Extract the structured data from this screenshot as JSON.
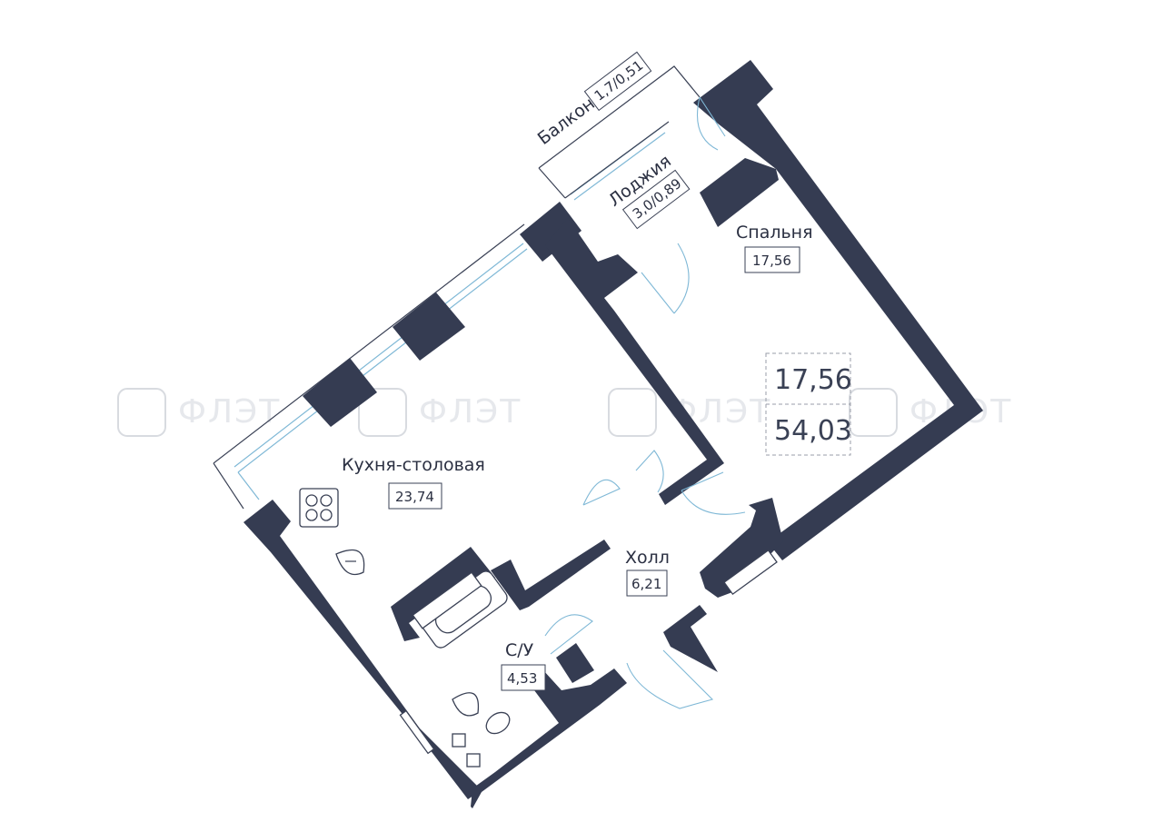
{
  "colors": {
    "wall": "#353c52",
    "glass": "#7fb8d6",
    "line": "#3a4155"
  },
  "watermark": {
    "brand": "ФЛЭТ",
    "icon": "phi-logo-icon"
  },
  "rooms": {
    "balcony": {
      "name": "Балкон",
      "area": "1,7/0,51"
    },
    "loggia": {
      "name": "Лоджия",
      "area": "3,0/0,89"
    },
    "bedroom": {
      "name": "Спальня",
      "area": "17,56"
    },
    "kitchen": {
      "name": "Кухня-столовая",
      "area": "23,74"
    },
    "hall": {
      "name": "Холл",
      "area": "6,21"
    },
    "bathroom": {
      "name": "С/У",
      "area": "4,53"
    }
  },
  "summary": {
    "living_area": "17,56",
    "total_area": "54,03"
  }
}
